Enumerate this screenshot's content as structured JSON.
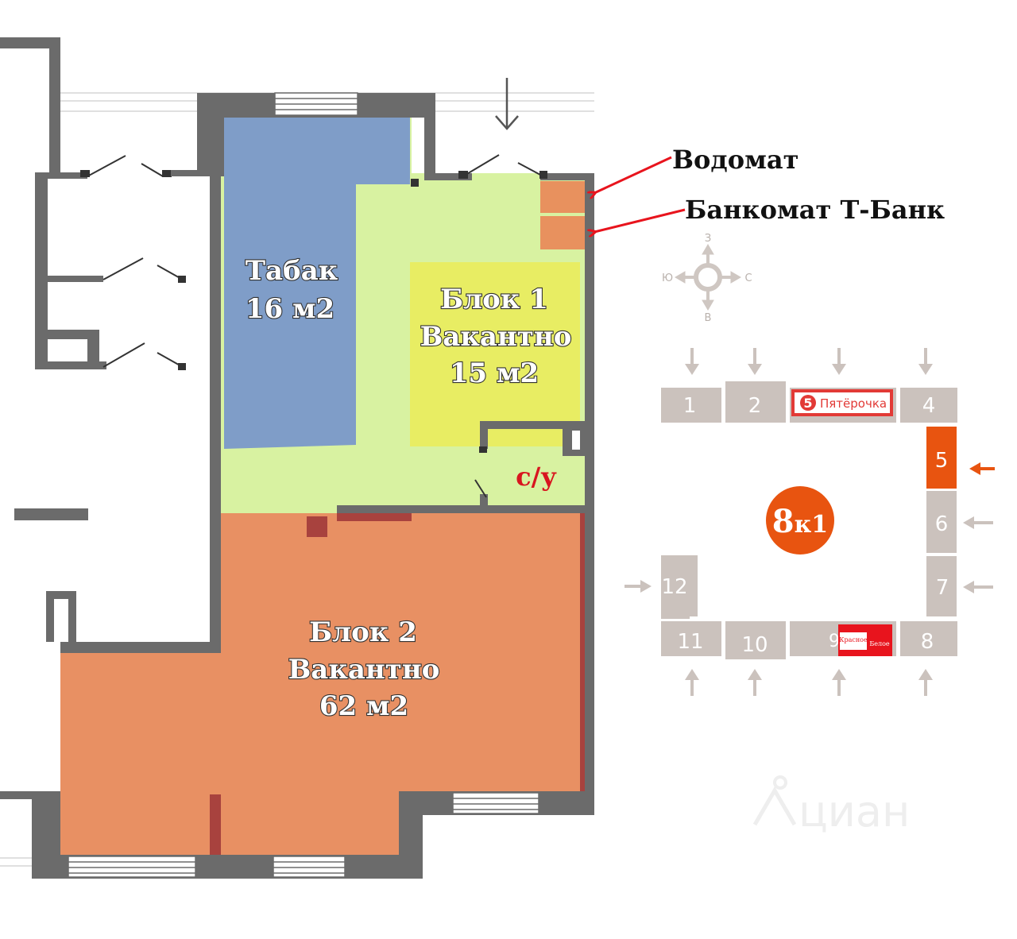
{
  "colors": {
    "wall": "#6b6b6b",
    "tabak": "#7f9dc8",
    "block1": "#e8ed63",
    "common": "#d8f2a1",
    "block2": "#e89063",
    "pillar": "#a8423e",
    "atm": "#e8915e",
    "arrow": "#e8141d",
    "map_gray": "#cbc2bd",
    "map_highlight": "#e85410"
  },
  "rooms": {
    "tabak": {
      "name": "Табак",
      "area": "16 м2"
    },
    "block1": {
      "name": "Блок 1",
      "status": "Вакантно",
      "area": "15 м2"
    },
    "wc": {
      "label": "с/у"
    },
    "block2": {
      "name": "Блок 2",
      "status": "Вакантно",
      "area": "62 м2"
    }
  },
  "callouts": {
    "vodomat": "Водомат",
    "atm": "Банкомат Т-Банк"
  },
  "compass": {
    "n": "З",
    "s": "В",
    "w": "Ю",
    "e": "С"
  },
  "site_map": {
    "building": {
      "number": "8",
      "suffix": "к1"
    },
    "blocks": [
      "1",
      "2",
      "4",
      "5",
      "6",
      "7",
      "8",
      "10",
      "11",
      "12"
    ],
    "tenants": {
      "pyaterochka": "Пятёрочка",
      "pyaterochka_logo": "5",
      "kb_left": "Красное",
      "kb_right": "Белое",
      "kb_block": "9"
    },
    "highlighted_block": "5"
  },
  "watermark": "циан"
}
